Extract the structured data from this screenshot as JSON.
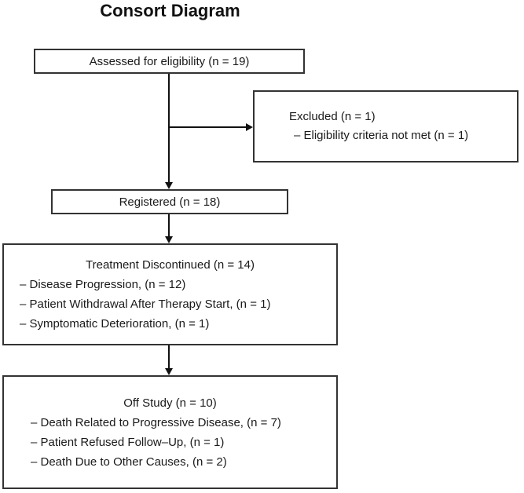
{
  "title": "Consort Diagram",
  "boxes": {
    "assessed": {
      "label": "Assessed for eligibility (n = 19)"
    },
    "excluded": {
      "heading": "Excluded (n = 1)",
      "items": [
        "– Eligibility criteria not met (n = 1)"
      ]
    },
    "registered": {
      "label": "Registered (n = 18)"
    },
    "discontinued": {
      "heading": "Treatment Discontinued (n = 14)",
      "items": [
        "– Disease Progression, (n = 12)",
        "– Patient Withdrawal After Therapy Start, (n = 1)",
        "– Symptomatic Deterioration, (n = 1)"
      ]
    },
    "off_study": {
      "heading": "Off Study (n = 10)",
      "items": [
        "– Death Related to Progressive Disease, (n = 7)",
        "– Patient Refused Follow–Up, (n = 1)",
        "– Death Due to Other Causes, (n = 2)"
      ]
    }
  },
  "colors": {
    "background": "#ffffff",
    "border": "#333333",
    "text": "#1a1a1a",
    "arrow": "#111111"
  }
}
